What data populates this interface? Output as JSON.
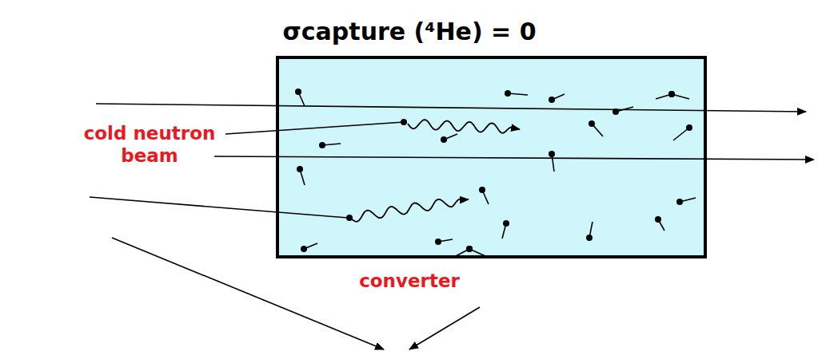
{
  "diagram": {
    "title": "σcapture (⁴He) = 0",
    "labels": [
      "cold neutron beam",
      "converter"
    ]
  }
}
